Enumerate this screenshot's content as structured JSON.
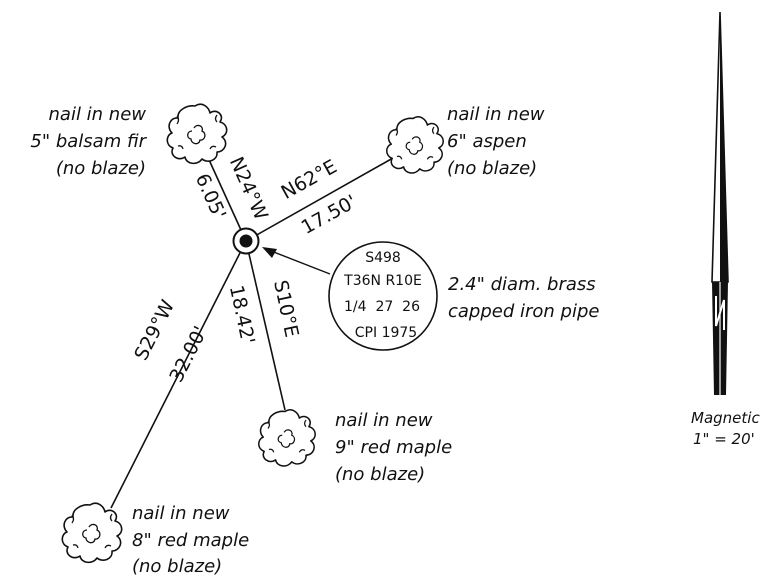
{
  "corner": {
    "monument_lines": [
      "S498",
      "T36N R10E",
      "1/4  27  26",
      "CPI 1975"
    ],
    "description_lines": [
      "2.4\" diam. brass",
      "capped iron pipe"
    ]
  },
  "bearing_trees": [
    {
      "lines": [
        "nail in new",
        "5\" balsam fir",
        "(no blaze)"
      ],
      "bearing": "N24°W",
      "distance": "6.05'"
    },
    {
      "lines": [
        "nail in new",
        "6\" aspen",
        "(no blaze)"
      ],
      "bearing": "N62°E",
      "distance": "17.50'"
    },
    {
      "lines": [
        "nail in new",
        "9\" red maple",
        "(no blaze)"
      ],
      "bearing": "S10°E",
      "distance": "18.42'"
    },
    {
      "lines": [
        "nail in new",
        "8\" red maple",
        "(no blaze)"
      ],
      "bearing": "S29°W",
      "distance": "32.00'"
    }
  ],
  "legend": {
    "north_label": "Magnetic",
    "scale": "1\" = 20'"
  }
}
